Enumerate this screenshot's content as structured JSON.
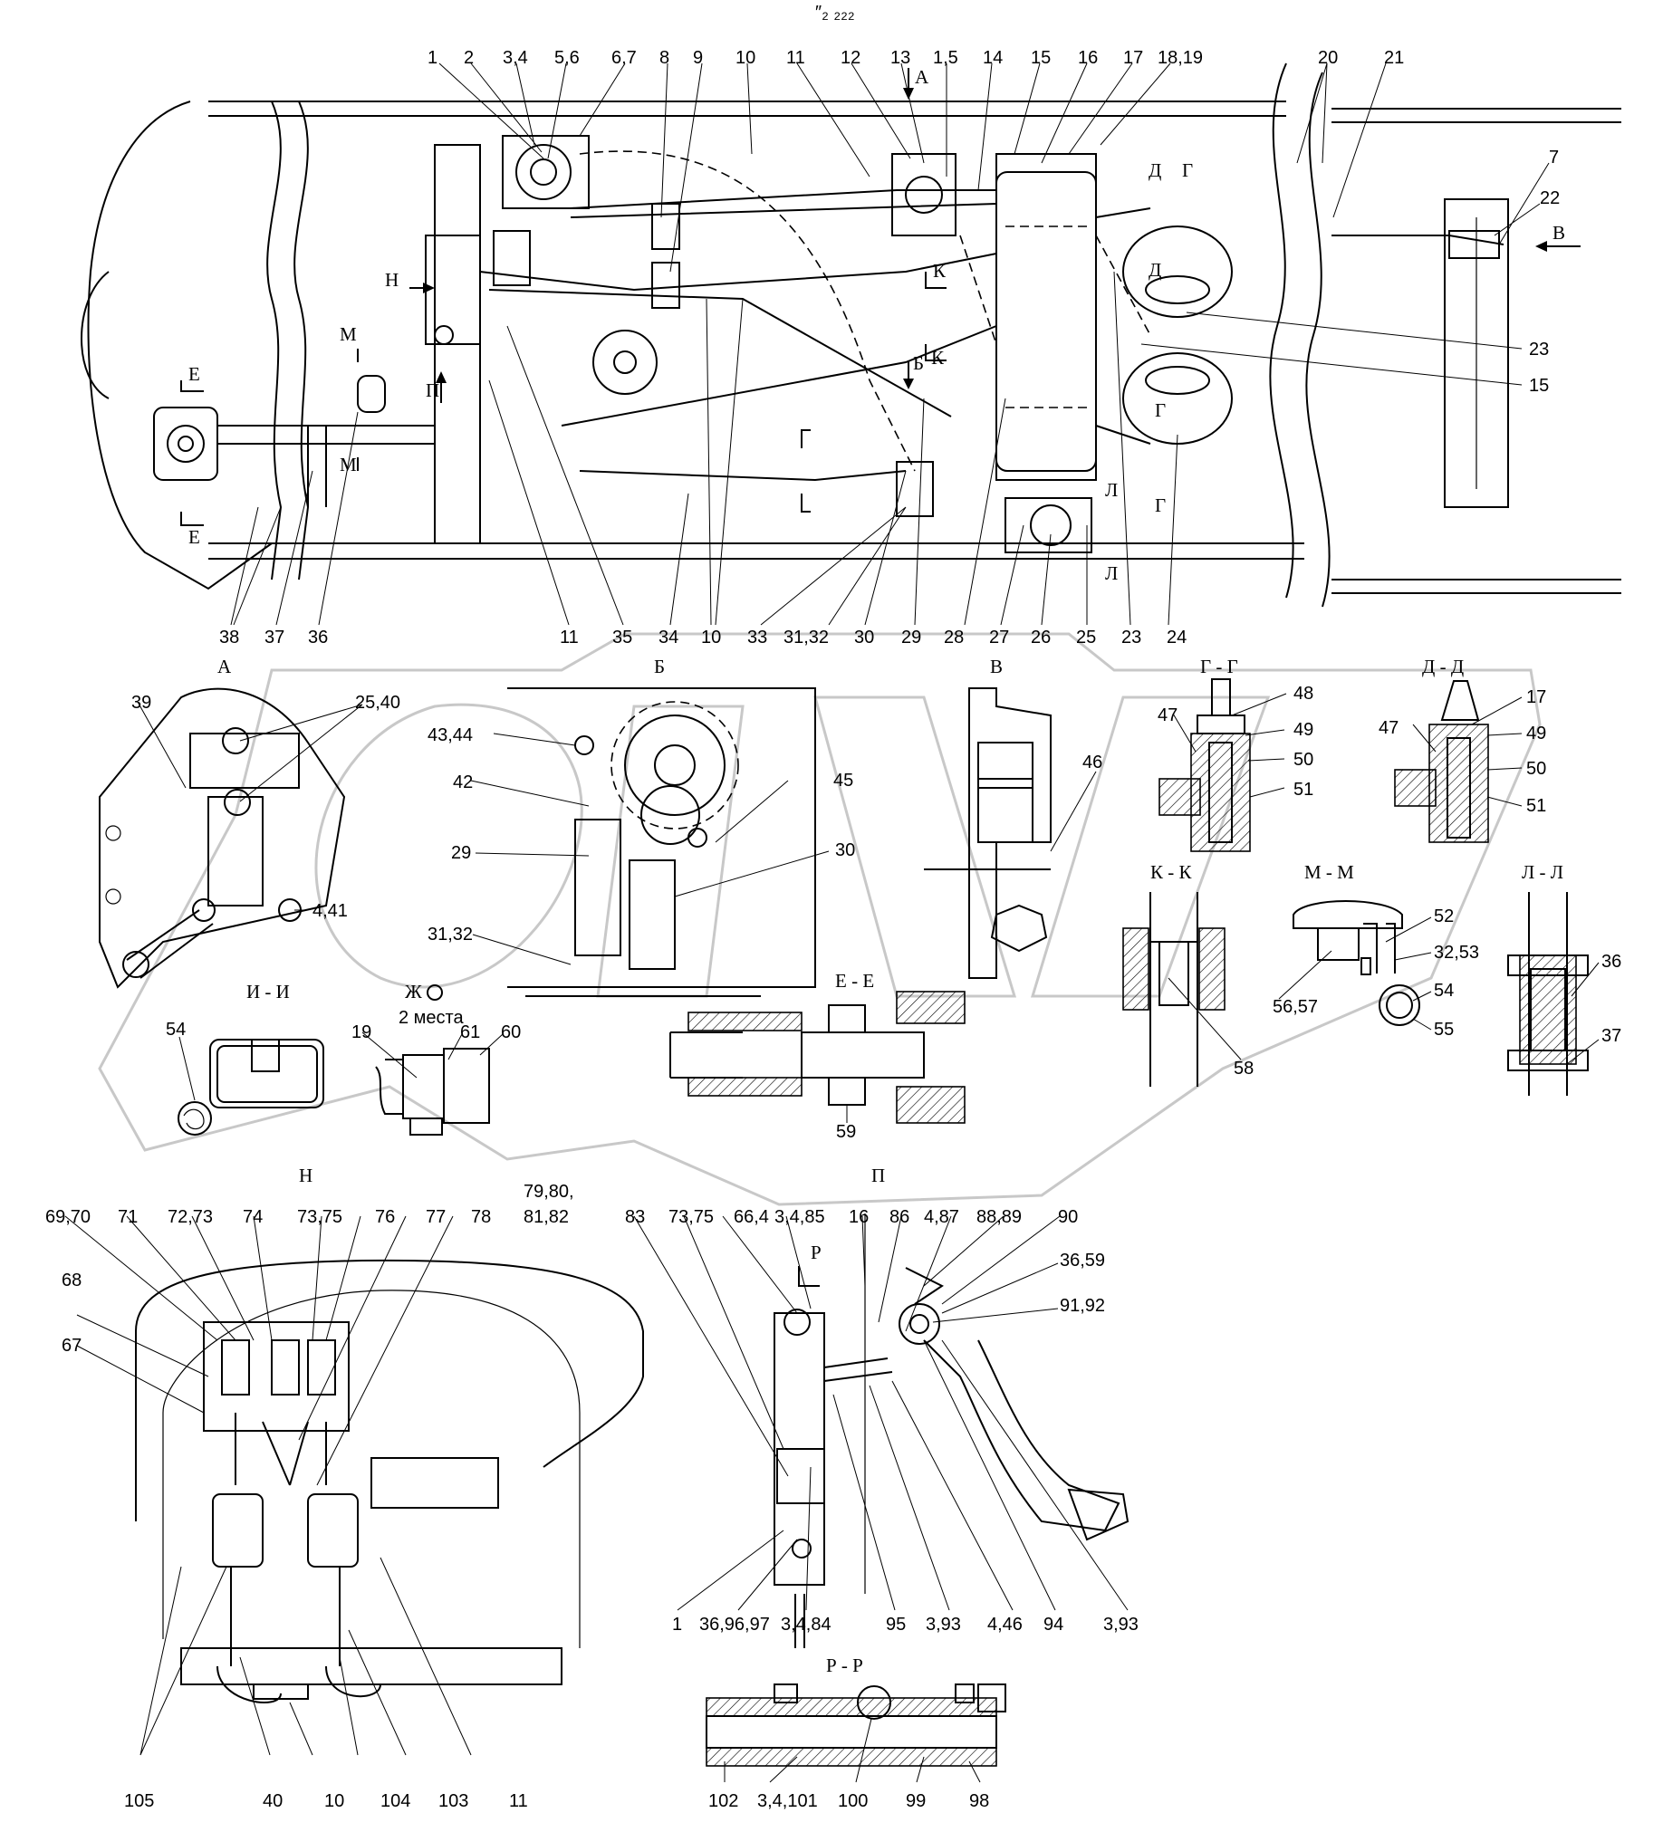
{
  "header": {
    "mark": "″₂ ₂₂₂"
  },
  "arrows": {
    "A": "А",
    "V": "В",
    "N": "Н",
    "P": "П",
    "B": "Б",
    "K1": "К",
    "K2": "К",
    "M1": "М",
    "M2": "М",
    "E1": "Е",
    "E2": "Е",
    "G1": "Г",
    "G2": "Г",
    "G3": "Г",
    "D1": "Д",
    "D2": "Д",
    "L1": "Л",
    "L2": "Л",
    "R": "Р"
  },
  "main_top_labels": [
    "1",
    "2",
    "3,4",
    "5,6",
    "6,7",
    "8",
    "9",
    "10",
    "11",
    "12",
    "13",
    "1,5",
    "14",
    "15",
    "16",
    "17",
    "18,19",
    "20",
    "21"
  ],
  "main_bottom_labels": [
    "38",
    "37",
    "36",
    "11",
    "35",
    "34",
    "10",
    "33",
    "31,32",
    "30",
    "29",
    "28",
    "27",
    "26",
    "25",
    "23",
    "24"
  ],
  "main_right_labels": [
    "7",
    "22",
    "23",
    "15"
  ],
  "views": {
    "A": {
      "title": "А",
      "labels": [
        "39",
        "25,40",
        "4,41"
      ]
    },
    "B": {
      "title": "Б",
      "labels": [
        "43,44",
        "42",
        "45",
        "29",
        "30",
        "31,32"
      ]
    },
    "V": {
      "title": "В",
      "labels": [
        "46"
      ]
    },
    "GG": {
      "title": "Г - Г",
      "labels": [
        "48",
        "47",
        "49",
        "50",
        "51"
      ]
    },
    "DD": {
      "title": "Д - Д",
      "labels": [
        "17",
        "47",
        "49",
        "50",
        "51"
      ]
    },
    "KK": {
      "title": "К - К",
      "labels": [
        "58"
      ]
    },
    "MM": {
      "title": "М - М",
      "labels": [
        "52",
        "32,53",
        "56,57",
        "54",
        "55"
      ]
    },
    "LL": {
      "title": "Л - Л",
      "labels": [
        "36",
        "37"
      ]
    },
    "II": {
      "title": "И - И",
      "labels": [
        "54"
      ]
    },
    "ZH": {
      "title": "Ж",
      "note": "2 места",
      "labels": [
        "19",
        "61",
        "60"
      ]
    },
    "EE": {
      "title": "Е - Е",
      "labels": [
        "59"
      ]
    },
    "N": {
      "title": "Н",
      "top_labels": [
        "69,70",
        "71",
        "72,73",
        "74",
        "73,75",
        "76",
        "77",
        "78",
        "79,80,",
        "81,82",
        "68",
        "67"
      ],
      "bottom_labels": [
        "105",
        "40",
        "10",
        "104",
        "103",
        "11"
      ]
    },
    "P": {
      "title": "П",
      "top_labels": [
        "83",
        "73,75",
        "66,4",
        "3,4,85",
        "16",
        "86",
        "4,87",
        "88,89",
        "90",
        "36,59",
        "91,92"
      ],
      "bottom_labels": [
        "1",
        "36,96,97",
        "3,4,84",
        "95",
        "3,93",
        "4,46",
        "94",
        "3,93"
      ]
    },
    "RR": {
      "title": "Р - Р",
      "labels": [
        "102",
        "3,4,101",
        "100",
        "99",
        "98"
      ]
    }
  }
}
